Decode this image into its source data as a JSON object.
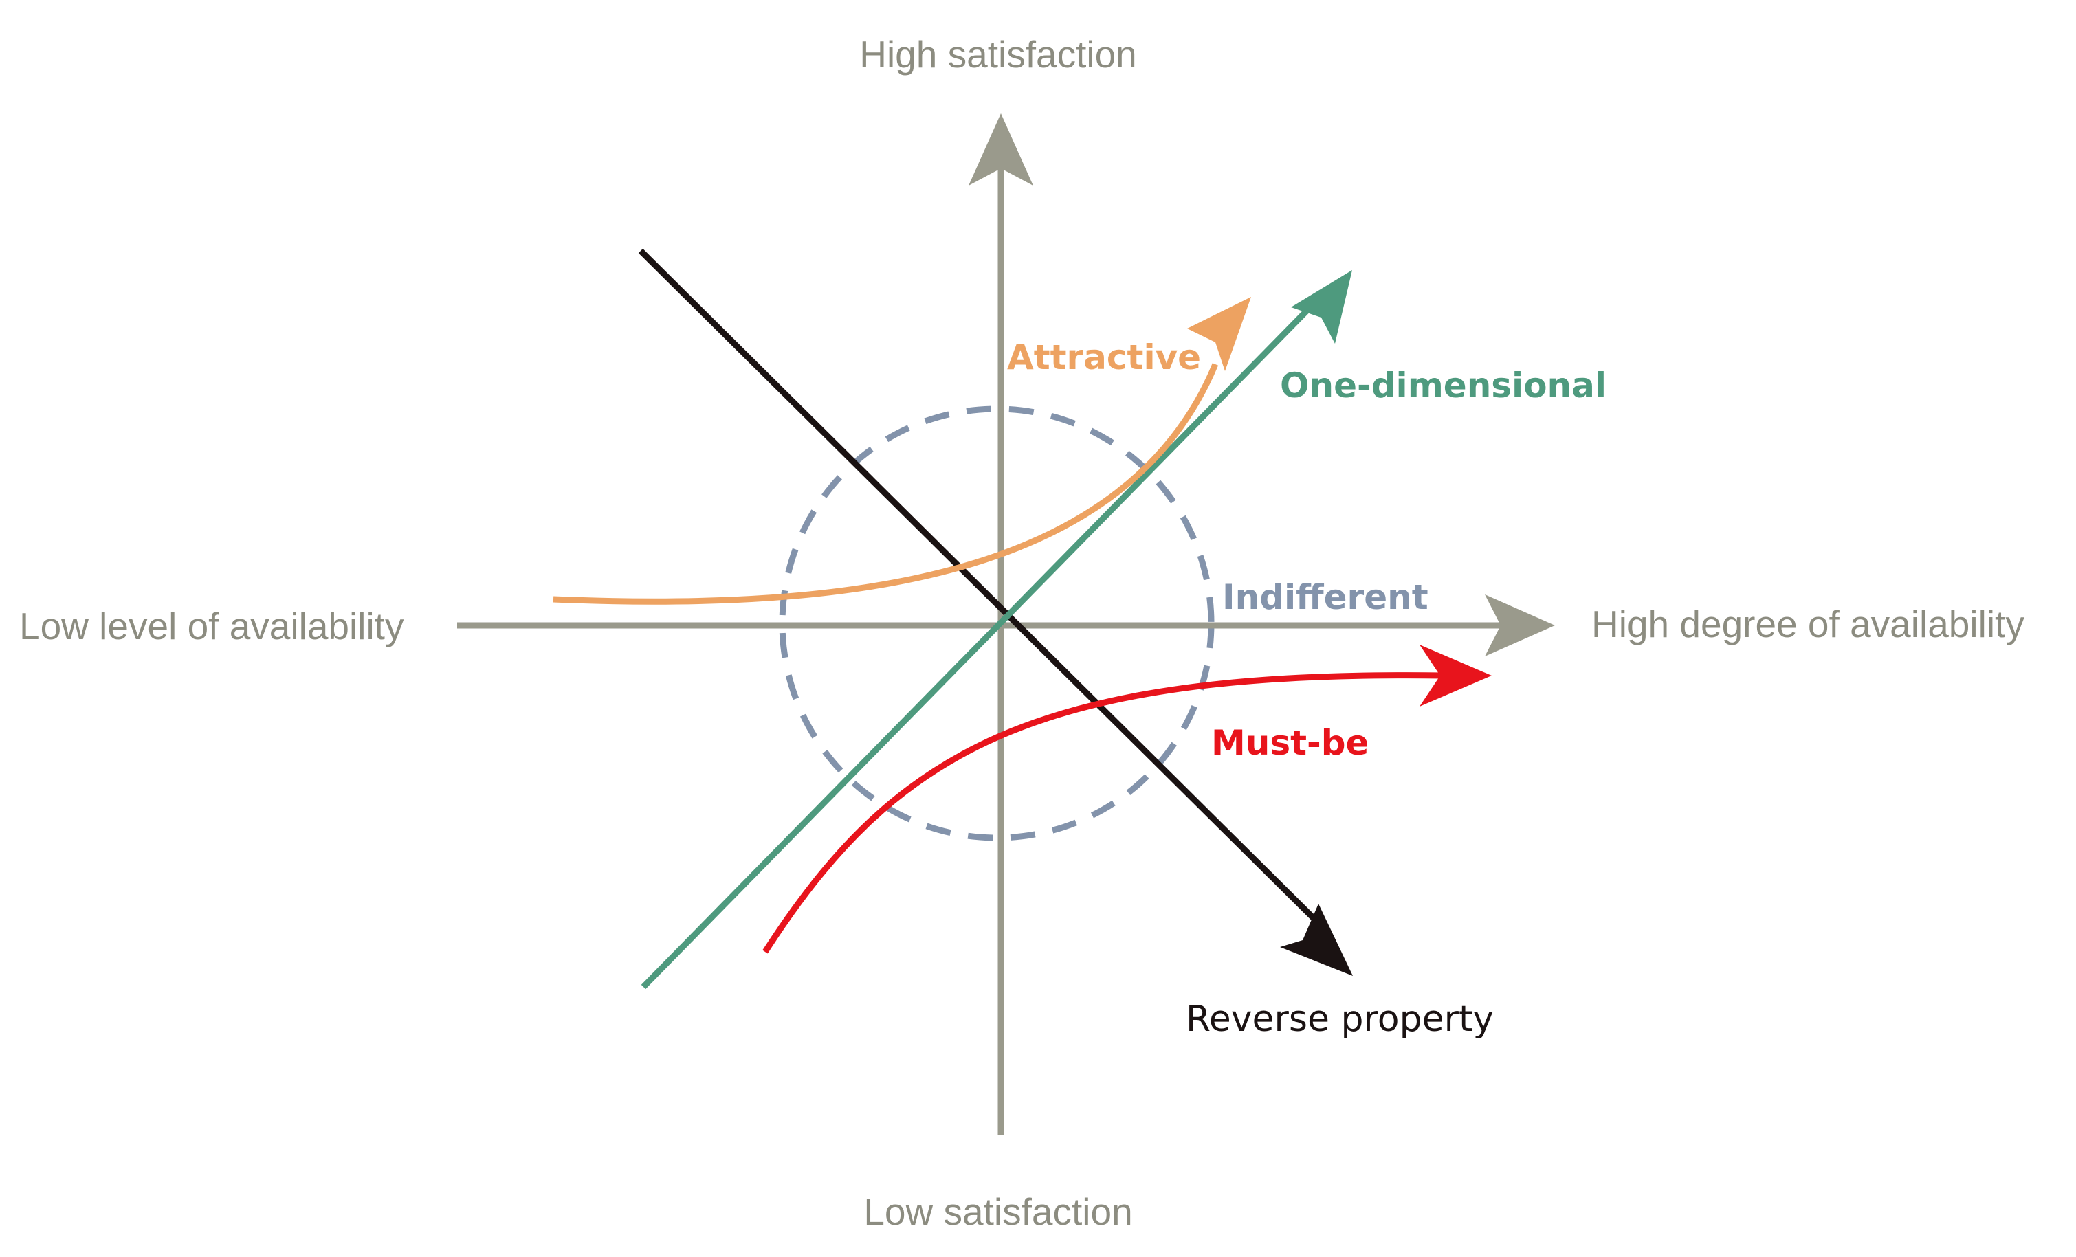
{
  "axes": {
    "top_label": "High satisfaction",
    "bottom_label": "Low satisfaction",
    "left_label": "Low level of availability",
    "right_label": "High degree of availability",
    "color": "#9a9a8c"
  },
  "curves": {
    "attractive": {
      "label": "Attractive",
      "color": "#eda261"
    },
    "one_dimensional": {
      "label": "One-dimensional",
      "color": "#4e9a7e"
    },
    "indifferent": {
      "label": "Indifferent",
      "color": "#8393ab"
    },
    "must_be": {
      "label": "Must-be",
      "color": "#e8141c"
    },
    "reverse": {
      "label": "Reverse property",
      "color": "#1a1212"
    }
  }
}
